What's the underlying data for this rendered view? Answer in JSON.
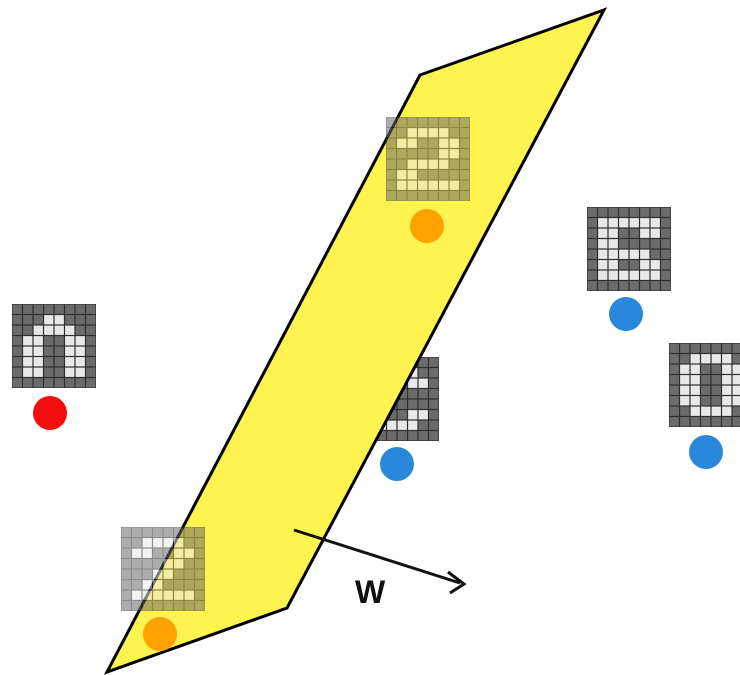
{
  "plane": {
    "fill": "#fff44f",
    "stroke": "#000000",
    "label": "W"
  },
  "glyph_colors": {
    "dark": "#6b6b6b",
    "light": "#e8e8e8",
    "grid_line": "#2f2f2f"
  },
  "point_colors": {
    "red": "#f40d0d",
    "orange": "#ffa200",
    "blue": "#2a88dc"
  },
  "samples": [
    {
      "id": "left",
      "dot": "red",
      "glyph": [
        "00000000",
        "00011000",
        "00111100",
        "01100110",
        "01100110",
        "01100110",
        "01100110",
        "00000000"
      ]
    },
    {
      "id": "top-center",
      "dot": "orange",
      "glyph": [
        "00000000",
        "00111100",
        "01100110",
        "00000110",
        "00111100",
        "01100000",
        "01111110",
        "00000000"
      ]
    },
    {
      "id": "center",
      "dot": "blue",
      "glyph": [
        "00000000",
        "00111100",
        "01100110",
        "01100000",
        "01100000",
        "01100110",
        "00111100",
        "00000000"
      ]
    },
    {
      "id": "bottom-left",
      "dot": "orange",
      "glyph": [
        "00000000",
        "00111100",
        "01100110",
        "00001100",
        "00011000",
        "00110000",
        "01111110",
        "00000000"
      ]
    },
    {
      "id": "right-top",
      "dot": "blue",
      "glyph": [
        "00000000",
        "01111110",
        "01100110",
        "01100000",
        "01111100",
        "01100110",
        "01111110",
        "00000000"
      ]
    },
    {
      "id": "right-bottom",
      "dot": "blue",
      "glyph": [
        "00000000",
        "00111100",
        "01100110",
        "01100110",
        "01100110",
        "01100110",
        "00111100",
        "00000000"
      ]
    }
  ]
}
